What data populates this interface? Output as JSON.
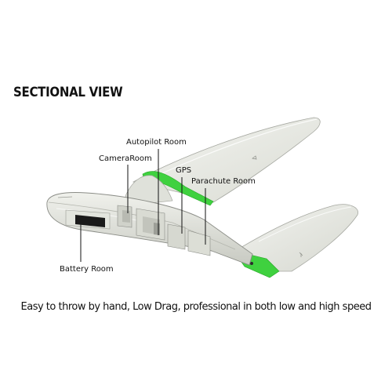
{
  "title": "SECTIONAL VIEW",
  "labels": {
    "autopilot": "Autopilot Room",
    "camera": "CameraRoom",
    "gps": "GPS",
    "parachute": "Parachute Room",
    "battery": "Battery Room"
  },
  "caption": "Easy to throw by hand, Low Drag, professional in both low and high speed",
  "colors": {
    "accent_green": "#33cc33",
    "body_light": "#eeefea",
    "body_shade": "#c9cbc3",
    "outline": "#8a8c86"
  }
}
